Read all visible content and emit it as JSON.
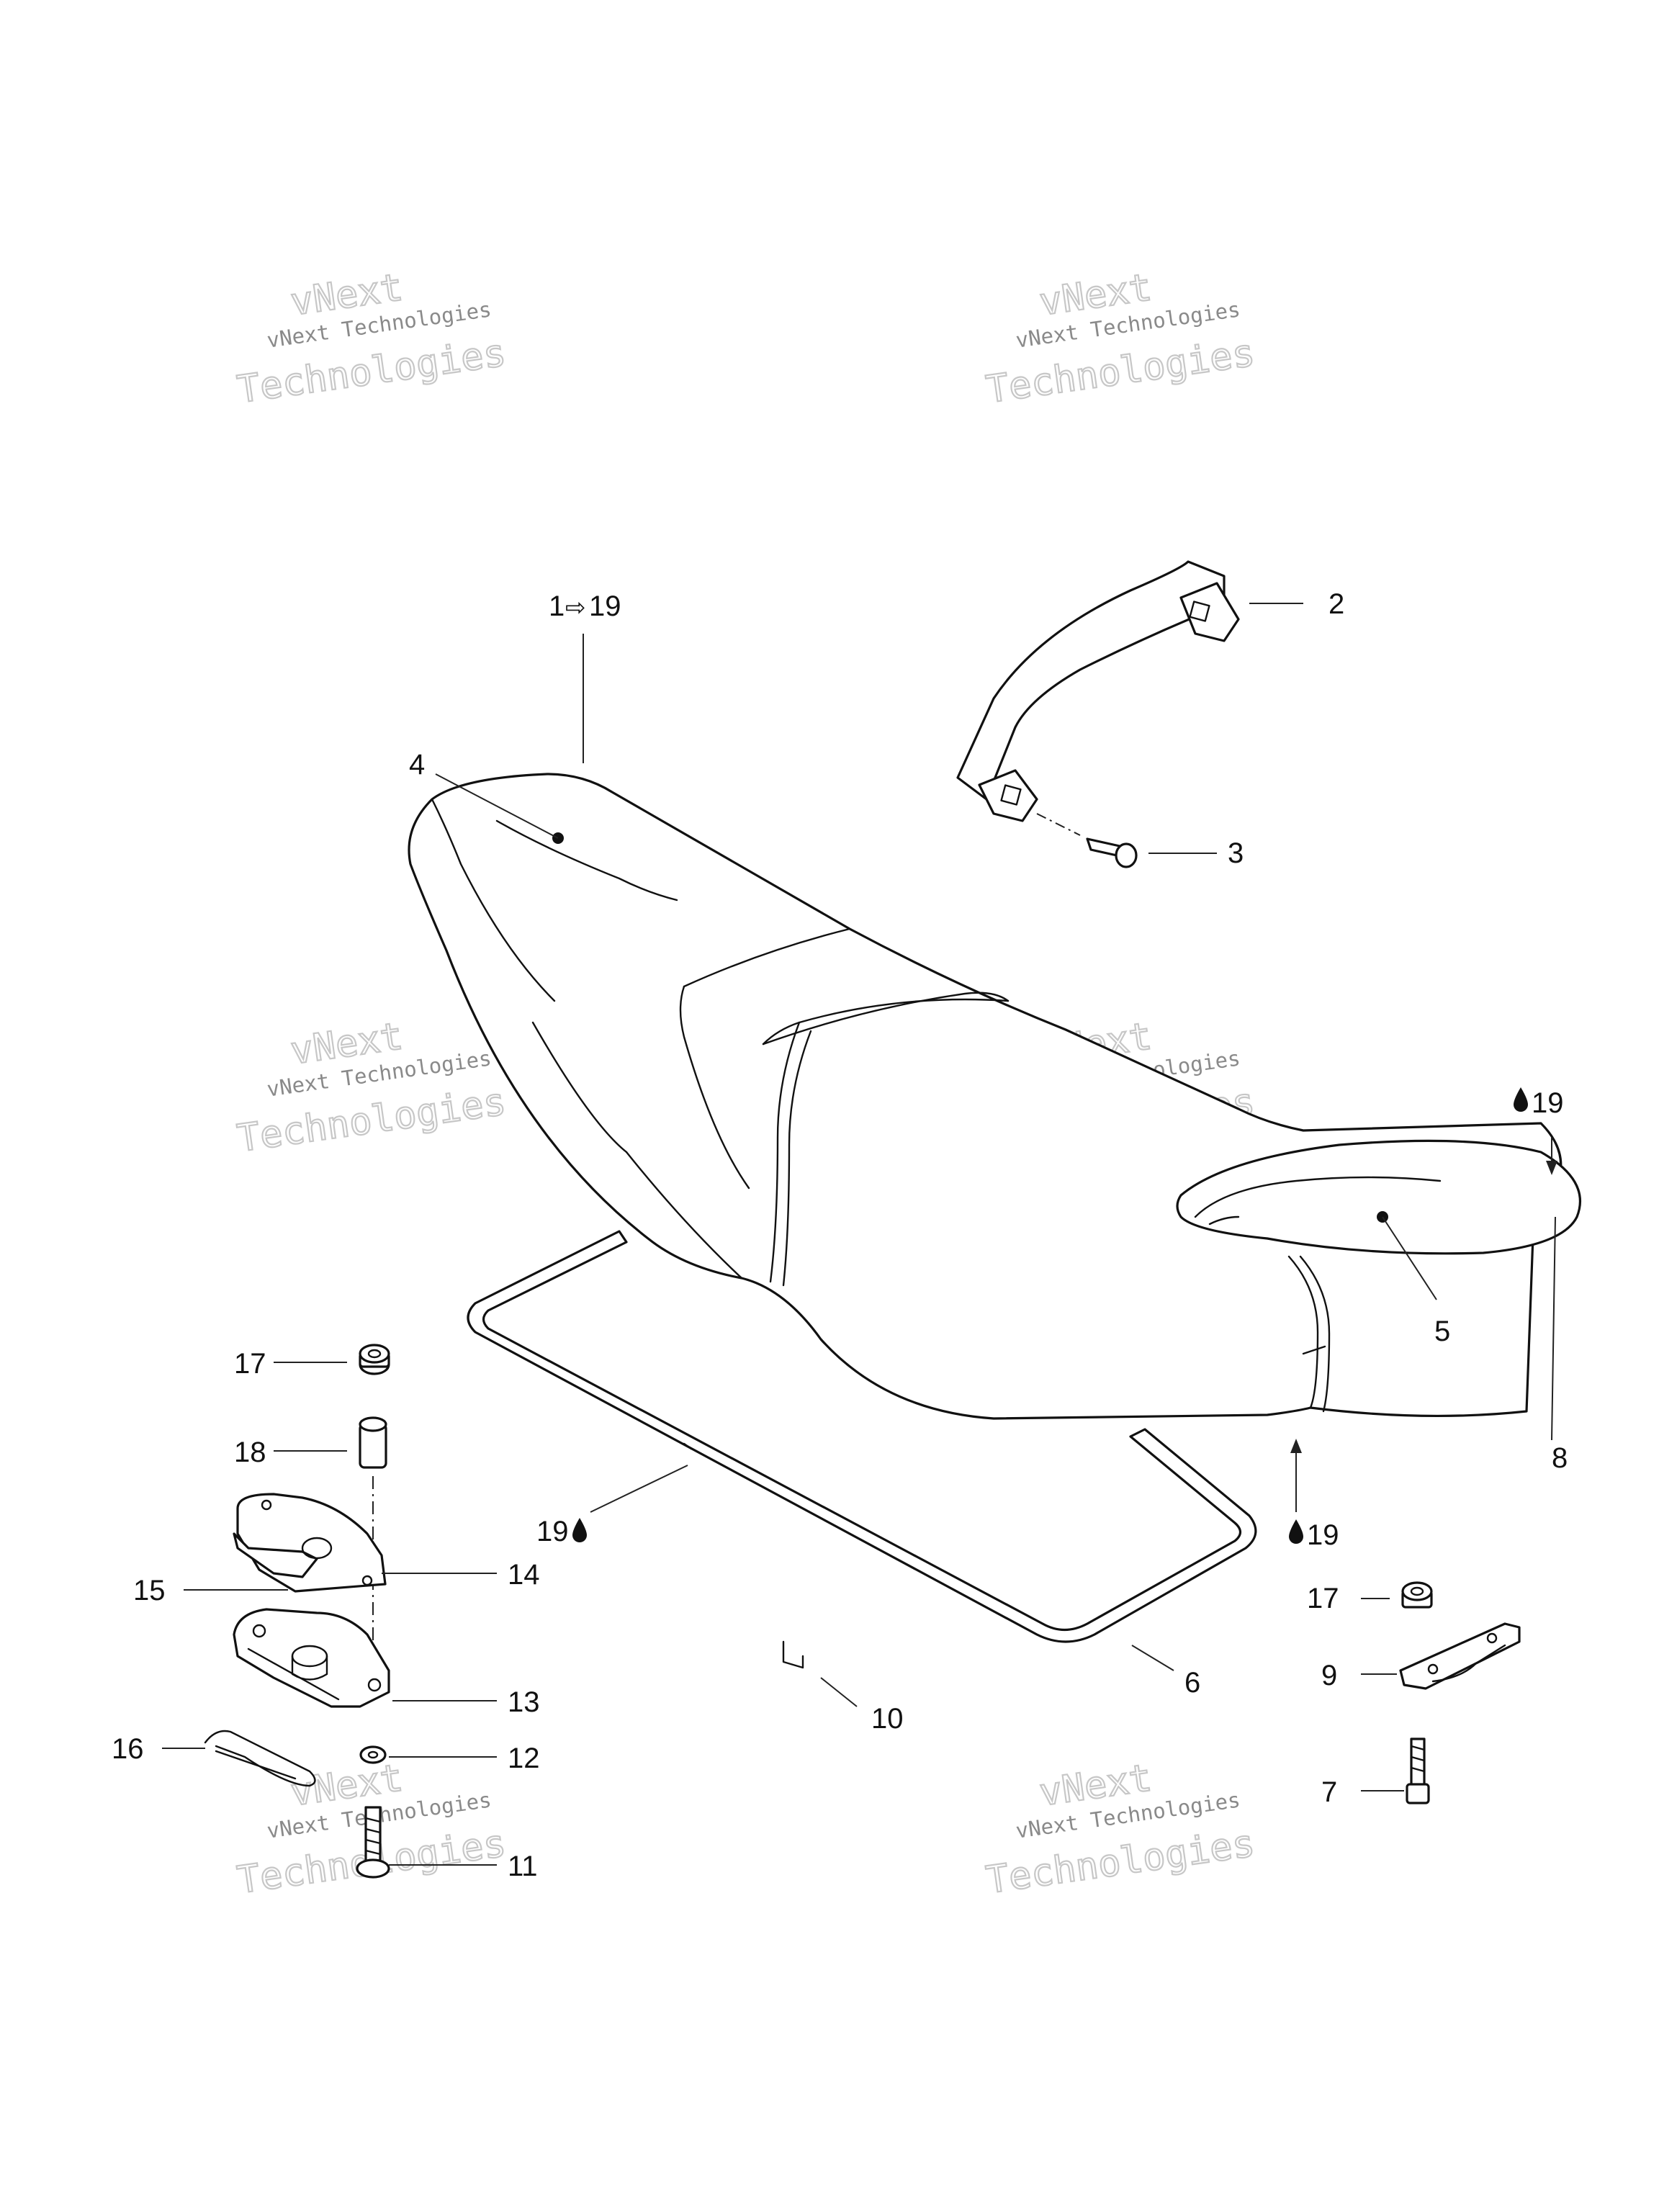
{
  "watermark": {
    "line1": "vNext Technologies",
    "line2": "vNext",
    "line3": "Technologies"
  },
  "callouts": {
    "c1": "1",
    "c1_arrow": "⇨",
    "c1_to": "19",
    "c2": "2",
    "c3": "3",
    "c4": "4",
    "c5": "5",
    "c6": "6",
    "c7": "7",
    "c8": "8",
    "c9": "9",
    "c10": "10",
    "c11": "11",
    "c12": "12",
    "c13": "13",
    "c14": "14",
    "c15": "15",
    "c16": "16",
    "c17a": "17",
    "c17b": "17",
    "c18": "18",
    "c19_left": "19",
    "c19_bottom": "19",
    "c19_right": "19"
  },
  "icons": {
    "adhesive": "drop-icon"
  }
}
